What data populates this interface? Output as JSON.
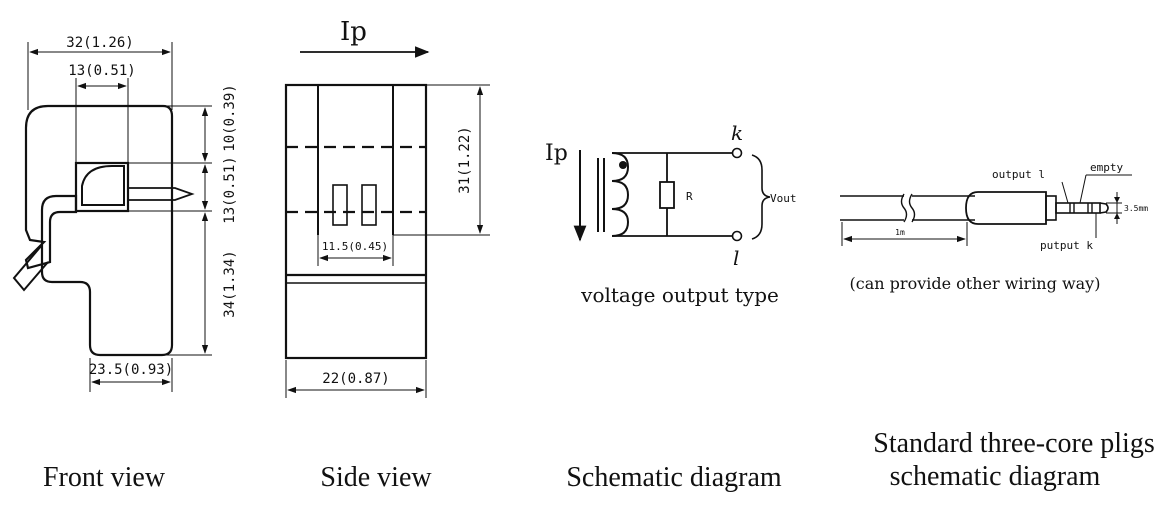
{
  "front_view": {
    "dim_width": "32(1.26)",
    "dim_window": "13(0.51)",
    "dim_top": "10(0.39)",
    "dim_middle": "13(0.51)",
    "dim_lower": "34(1.34)",
    "dim_base": "23.5(0.93)",
    "caption": "Front view"
  },
  "side_view": {
    "current_label": "Ip",
    "dim_height": "31(1.22)",
    "dim_inner": "11.5(0.45)",
    "dim_width": "22(0.87)",
    "caption": "Side view"
  },
  "schematic": {
    "current_label": "Ip",
    "terminal_k": "k",
    "terminal_l": "l",
    "resistor_label": "R",
    "vout_label": "Vout",
    "subtitle": "voltage output type",
    "caption": "Schematic diagram"
  },
  "plug": {
    "label_output_l": "output l",
    "label_empty": "empty",
    "label_putput_k": "putput k",
    "label_size": "3.5mm",
    "label_length": "1m",
    "note": "(can provide other wiring way)",
    "caption_line1": "Standard three-core pligs",
    "caption_line2": "schematic diagram"
  }
}
